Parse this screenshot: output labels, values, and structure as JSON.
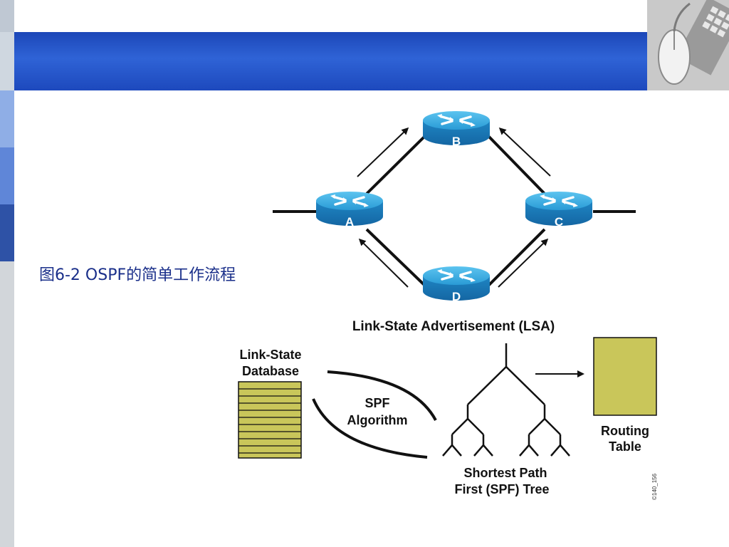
{
  "slide": {
    "caption": "图6-2 OSPF的简单工作流程",
    "brand_color": "#1d4bc0"
  },
  "diagram": {
    "routers": {
      "a": "A",
      "b": "B",
      "c": "C",
      "d": "D"
    },
    "lsa_label": "Link-State Advertisement (LSA)",
    "database_label_line1": "Link-State",
    "database_label_line2": "Database",
    "algorithm_label_line1": "SPF",
    "algorithm_label_line2": "Algorithm",
    "tree_label_line1": "Shortest Path",
    "tree_label_line2": "First (SPF) Tree",
    "routing_table_label_line1": "Routing",
    "routing_table_label_line2": "Table",
    "figure_code": "©140_156",
    "database_color": "#c9c65a",
    "routing_table_color": "#c9c65a",
    "router_color": "#2a9bd6"
  }
}
